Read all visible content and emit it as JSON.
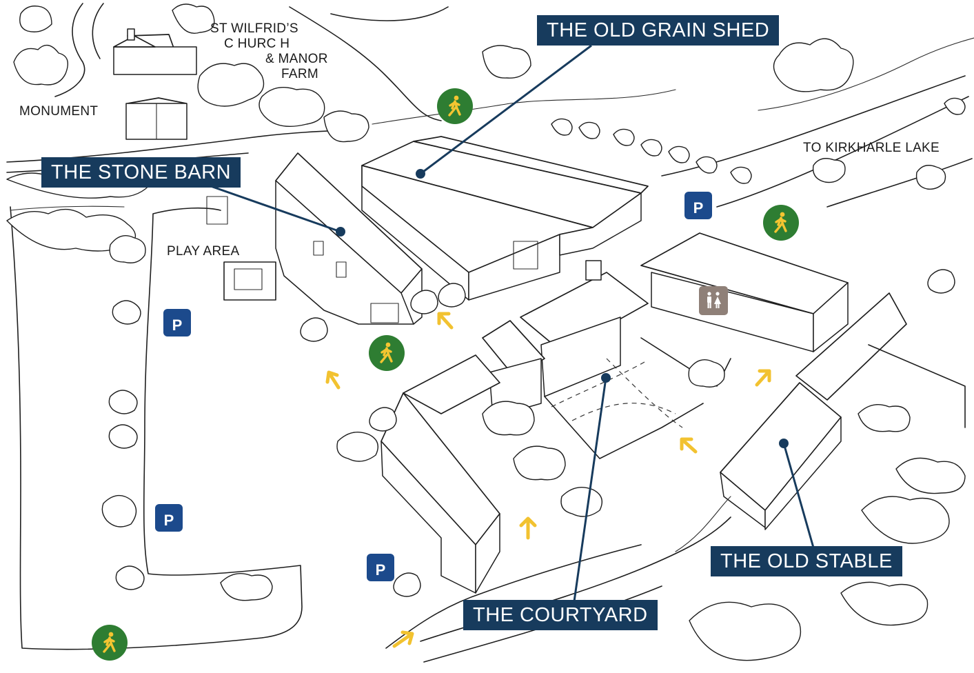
{
  "labels": {
    "grain_shed": "THE OLD GRAIN SHED",
    "stone_barn": "THE STONE BARN",
    "courtyard": "THE COURTYARD",
    "old_stable": "THE OLD STABLE"
  },
  "text_labels": {
    "church_line1": "ST WILFRID’S",
    "church_line2": "C HURC H",
    "church_line3": "& MANOR",
    "church_line4": "FARM",
    "monument": "MONUMENT",
    "kirkharle": "TO KIRKHARLE LAKE",
    "play_area": "PLAY AREA"
  },
  "parking": {
    "letter": "P",
    "count": 4
  },
  "icons": {
    "walking_route": "walking-person-icon",
    "toilets": "toilets-icon",
    "entrance_arrow": "arrow-icon"
  },
  "colors": {
    "label_background": "#173b5d",
    "parking": "#1c4a8c",
    "walking_route": "#2e7d32",
    "walking_figure": "#f4c531",
    "arrow": "#f2c230",
    "toilets": "#8f8078"
  }
}
